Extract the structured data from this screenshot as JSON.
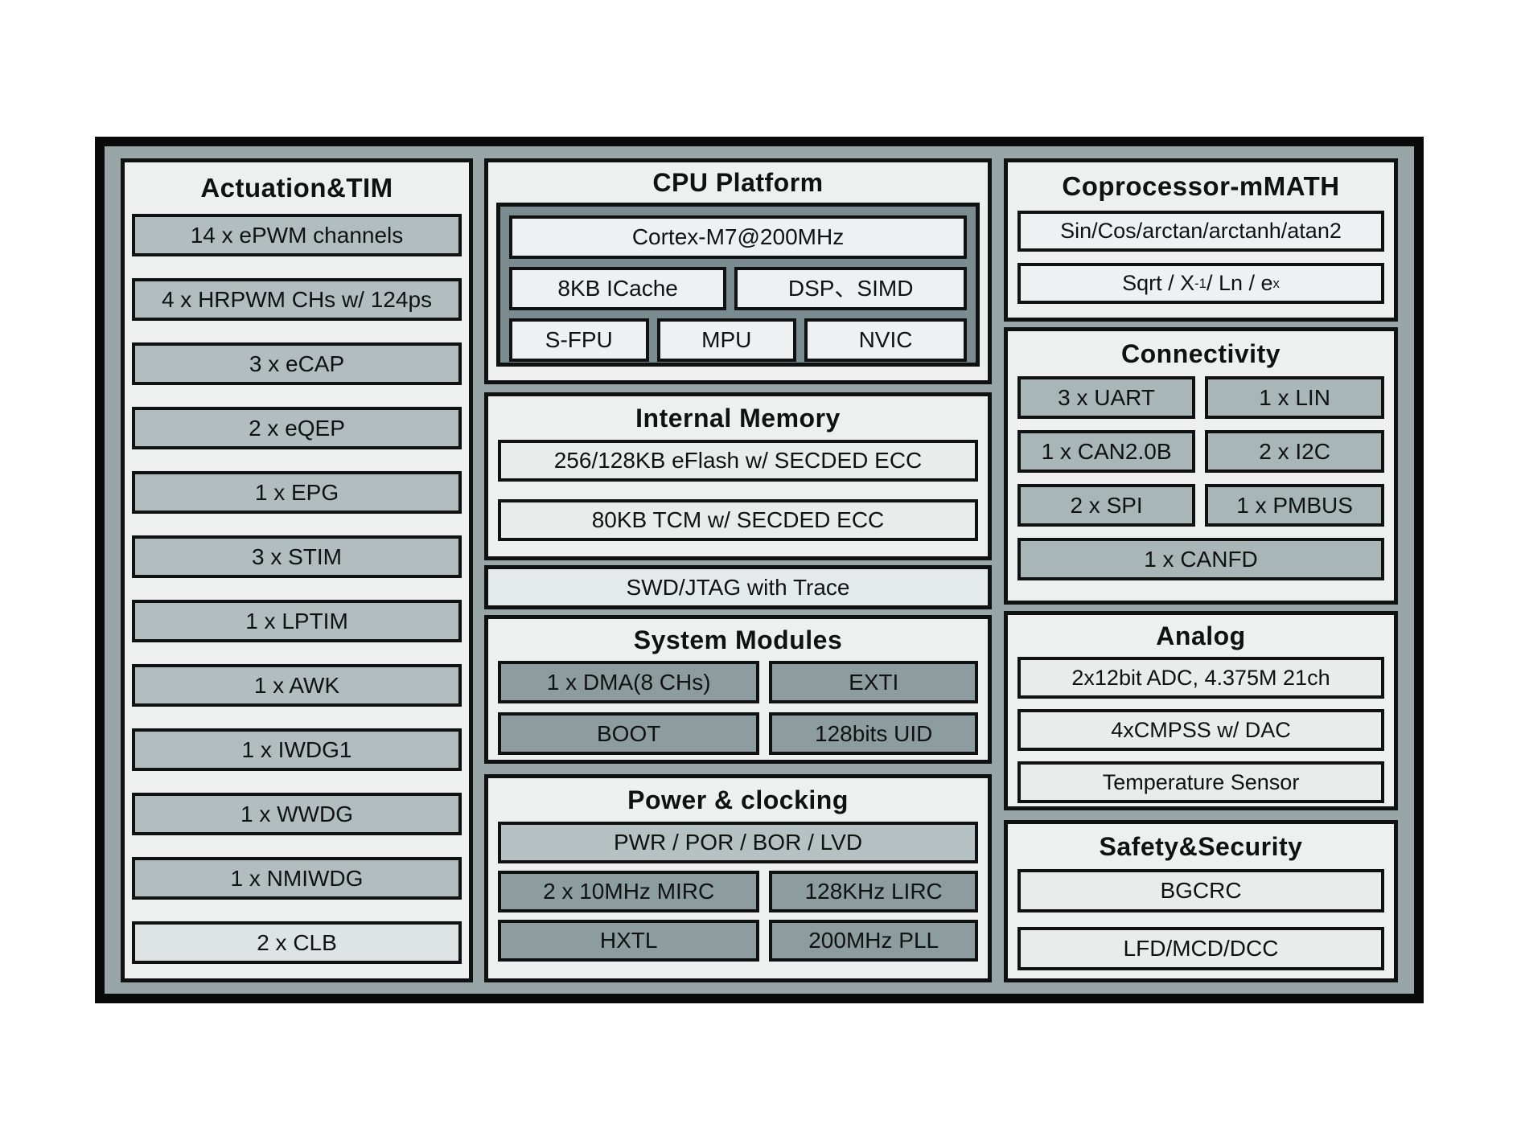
{
  "colors": {
    "frame_bg": "#98a6a8",
    "frame_border": "#0a0a0a",
    "panel_bg": "#eef0f0",
    "box_medium_gray": "#b1bdbf",
    "box_light": "#eef1f1",
    "box_pale": "#e8eceb",
    "box_dark_gray": "#8c9c9f",
    "box_power": "#b5c1c2",
    "box_connectivity": "#a9b6b8",
    "box_clb": "#dee3e3",
    "cpu_inner_bg": "#7a8c8f"
  },
  "actuation": {
    "title": "Actuation&TIM",
    "items": [
      "14 x ePWM channels",
      "4 x HRPWM CHs w/ 124ps",
      "3 x eCAP",
      "2 x eQEP",
      "1 x EPG",
      "3 x STIM",
      "1 x LPTIM",
      "1 x AWK",
      "1 x IWDG1",
      "1 x WWDG",
      "1 x NMIWDG",
      "2 x CLB"
    ]
  },
  "cpu": {
    "title": "CPU Platform",
    "core": "Cortex-M7@200MHz",
    "icache": "8KB ICache",
    "dsp": "DSP、SIMD",
    "sfpu": "S-FPU",
    "mpu": "MPU",
    "nvic": "NVIC"
  },
  "memory": {
    "title": "Internal Memory",
    "eflash": "256/128KB eFlash w/ SECDED ECC",
    "tcm": "80KB TCM w/ SECDED ECC"
  },
  "debug": {
    "label": "SWD/JTAG with Trace"
  },
  "system": {
    "title": "System Modules",
    "dma": "1 x DMA(8 CHs)",
    "exti": "EXTI",
    "boot": "BOOT",
    "uid": "128bits UID"
  },
  "power": {
    "title": "Power & clocking",
    "pwr": "PWR / POR / BOR / LVD",
    "mirc": "2 x 10MHz MIRC",
    "lirc": "128KHz LIRC",
    "hxtl": "HXTL",
    "pll": "200MHz PLL"
  },
  "coprocessor": {
    "title": "Coprocessor-mMATH",
    "trig": "Sin/Cos/arctan/arctanh/atan2",
    "sqrt_pre": "Sqrt / X",
    "sqrt_sup1": "-1",
    "sqrt_mid": " / Ln / e",
    "sqrt_sup2": "x"
  },
  "connectivity": {
    "title": "Connectivity",
    "uart": "3 x UART",
    "lin": "1 x LIN",
    "can": "1 x CAN2.0B",
    "i2c": "2 x I2C",
    "spi": "2 x SPI",
    "pmbus": "1 x PMBUS",
    "canfd": "1 x CANFD"
  },
  "analog": {
    "title": "Analog",
    "adc": "2x12bit ADC, 4.375M 21ch",
    "cmpss": "4xCMPSS w/ DAC",
    "temp": "Temperature Sensor"
  },
  "safety": {
    "title": "Safety&Security",
    "bgcrc": "BGCRC",
    "lfd": "LFD/MCD/DCC"
  }
}
